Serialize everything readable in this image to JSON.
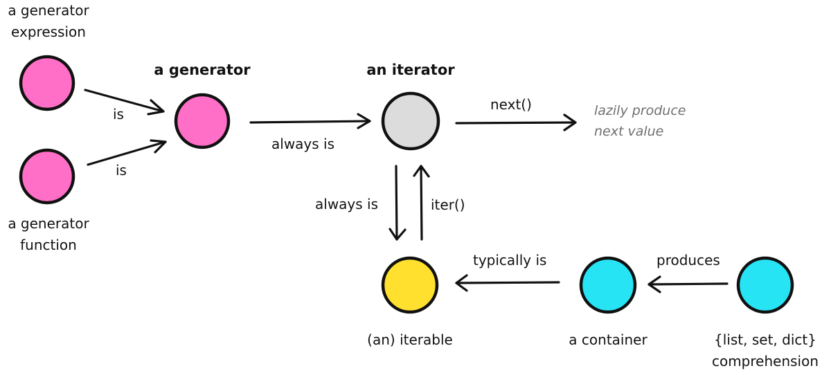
{
  "colors": {
    "generator": "#FF6EC7",
    "iterator": "#DCDCDC",
    "iterable": "#FFE02E",
    "container": "#27E4F5",
    "stroke": "#111111",
    "note": "#6F6F6F"
  },
  "nodes": {
    "generator_expression": {
      "line1": "a generator",
      "line2": "expression"
    },
    "generator_function": {
      "line1": "a generator",
      "line2": "function"
    },
    "generator": {
      "label": "a generator"
    },
    "iterator": {
      "label": "an iterator"
    },
    "iterable": {
      "label": "(an) iterable"
    },
    "container": {
      "label": "a container"
    },
    "comprehension": {
      "line1": "{list, set, dict}",
      "line2": "comprehension"
    }
  },
  "edges": {
    "expression_is": "is",
    "function_is": "is",
    "generator_always_is": "always is",
    "iterator_next": "next()",
    "iterator_always_is": "always is",
    "iterable_iter": "iter()",
    "container_typically_is": "typically is",
    "comprehension_produces": "produces"
  },
  "note": {
    "line1": "lazily produce",
    "line2": "next value"
  }
}
